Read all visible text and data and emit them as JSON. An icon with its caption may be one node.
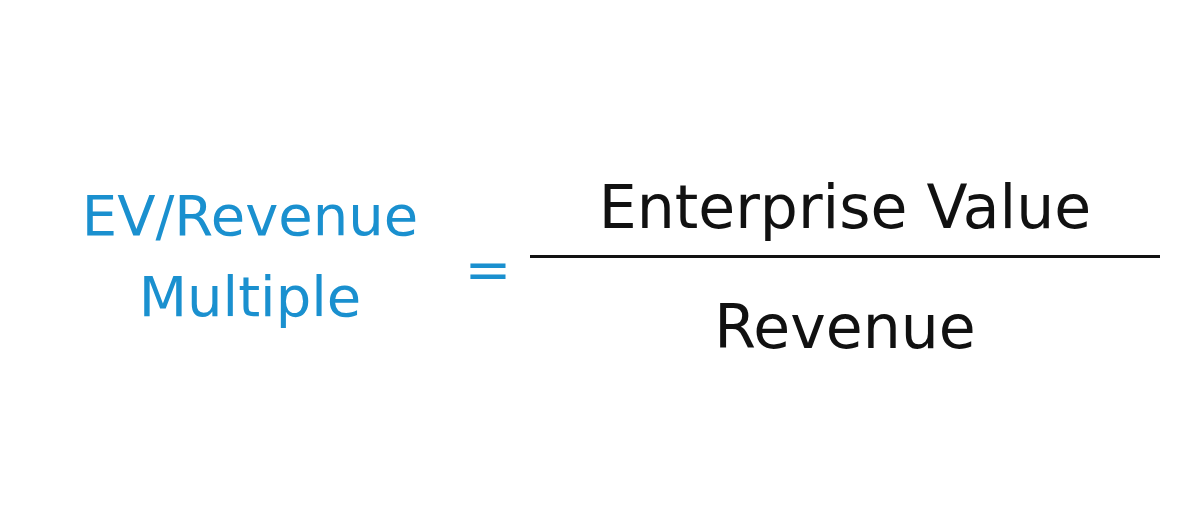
{
  "diagram": {
    "labels": [
      "EV/Revenue Multiple",
      "=",
      "Enterprise Value",
      "Revenue"
    ]
  }
}
